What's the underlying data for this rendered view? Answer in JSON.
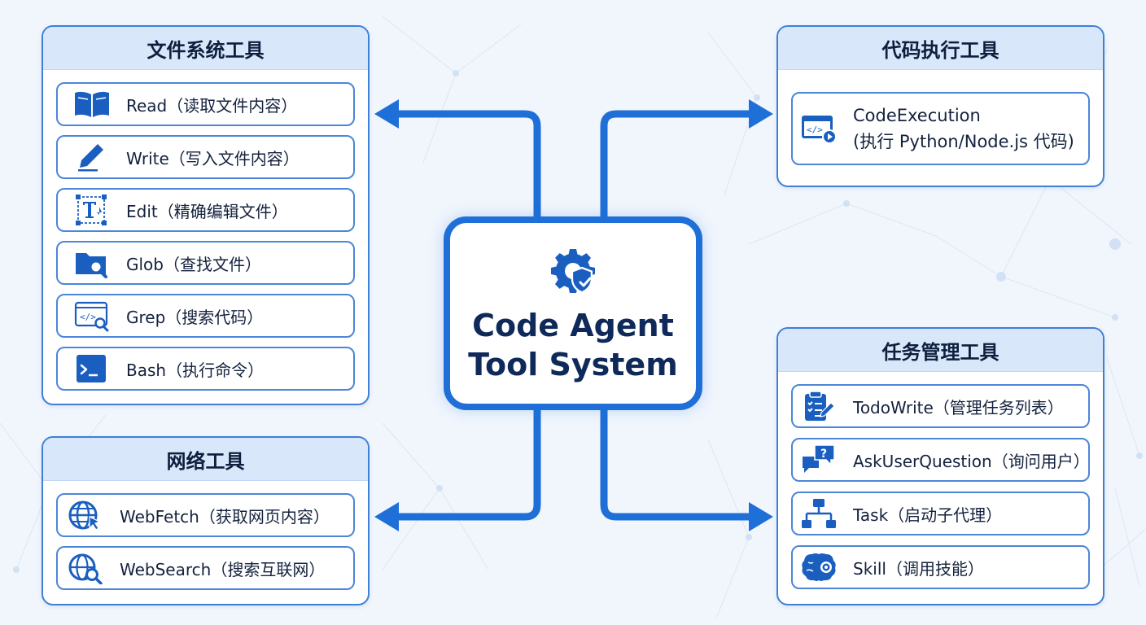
{
  "center": {
    "title_line1": "Code Agent",
    "title_line2": "Tool System"
  },
  "panels": {
    "filesystem": {
      "title": "文件系统工具",
      "tools": [
        {
          "icon": "book-icon",
          "label": "Read（读取文件内容）"
        },
        {
          "icon": "pencil-icon",
          "label": "Write（写入文件内容）"
        },
        {
          "icon": "text-edit-icon",
          "label": "Edit（精确编辑文件）"
        },
        {
          "icon": "folder-search-icon",
          "label": "Glob（查找文件）"
        },
        {
          "icon": "code-search-icon",
          "label": "Grep（搜索代码）"
        },
        {
          "icon": "terminal-icon",
          "label": "Bash（执行命令）"
        }
      ]
    },
    "network": {
      "title": "网络工具",
      "tools": [
        {
          "icon": "globe-cursor-icon",
          "label": "WebFetch（获取网页内容）"
        },
        {
          "icon": "globe-search-icon",
          "label": "WebSearch（搜索互联网）"
        }
      ]
    },
    "code_exec": {
      "title": "代码执行工具",
      "tools": [
        {
          "icon": "code-window-play-icon",
          "label_line1": "CodeExecution",
          "label_line2": "(执行 Python/Node.js 代码)"
        }
      ]
    },
    "task_mgmt": {
      "title": "任务管理工具",
      "tools": [
        {
          "icon": "clipboard-pen-icon",
          "label": "TodoWrite（管理任务列表）"
        },
        {
          "icon": "chat-question-icon",
          "label": "AskUserQuestion（询问用户）"
        },
        {
          "icon": "hierarchy-icon",
          "label": "Task（启动子代理）"
        },
        {
          "icon": "brain-gear-icon",
          "label": "Skill（调用技能）"
        }
      ]
    }
  },
  "colors": {
    "accent": "#1f6fd8",
    "panel_border": "#3f7fd6",
    "header_bg": "#d9e7fb",
    "icon": "#1a5fc0"
  }
}
